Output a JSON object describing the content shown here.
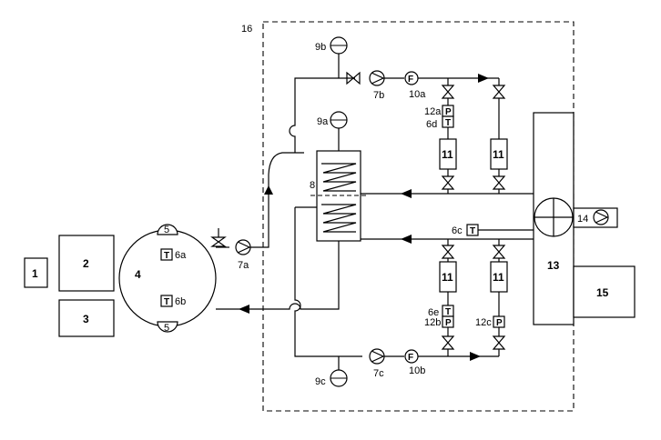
{
  "labels": {
    "l1": "1",
    "l2": "2",
    "l3": "3",
    "l4": "4",
    "l5top": "5",
    "l5bot": "5",
    "l6a": "6a",
    "l6b": "6b",
    "l6c": "6c",
    "l6d": "6d",
    "l6e": "6e",
    "l7a": "7a",
    "l7b": "7b",
    "l7c": "7c",
    "l8": "8",
    "l9a": "9a",
    "l9b": "9b",
    "l9c": "9c",
    "l10a": "10a",
    "l10b": "10b",
    "l11a": "11",
    "l11b": "11",
    "l11c": "11",
    "l11d": "11",
    "l12a": "12a",
    "l12b": "12b",
    "l12c": "12c",
    "l13": "13",
    "l14": "14",
    "l15": "15",
    "l16": "16"
  },
  "symbols": {
    "temp": "T",
    "press": "P",
    "flow": "F"
  }
}
